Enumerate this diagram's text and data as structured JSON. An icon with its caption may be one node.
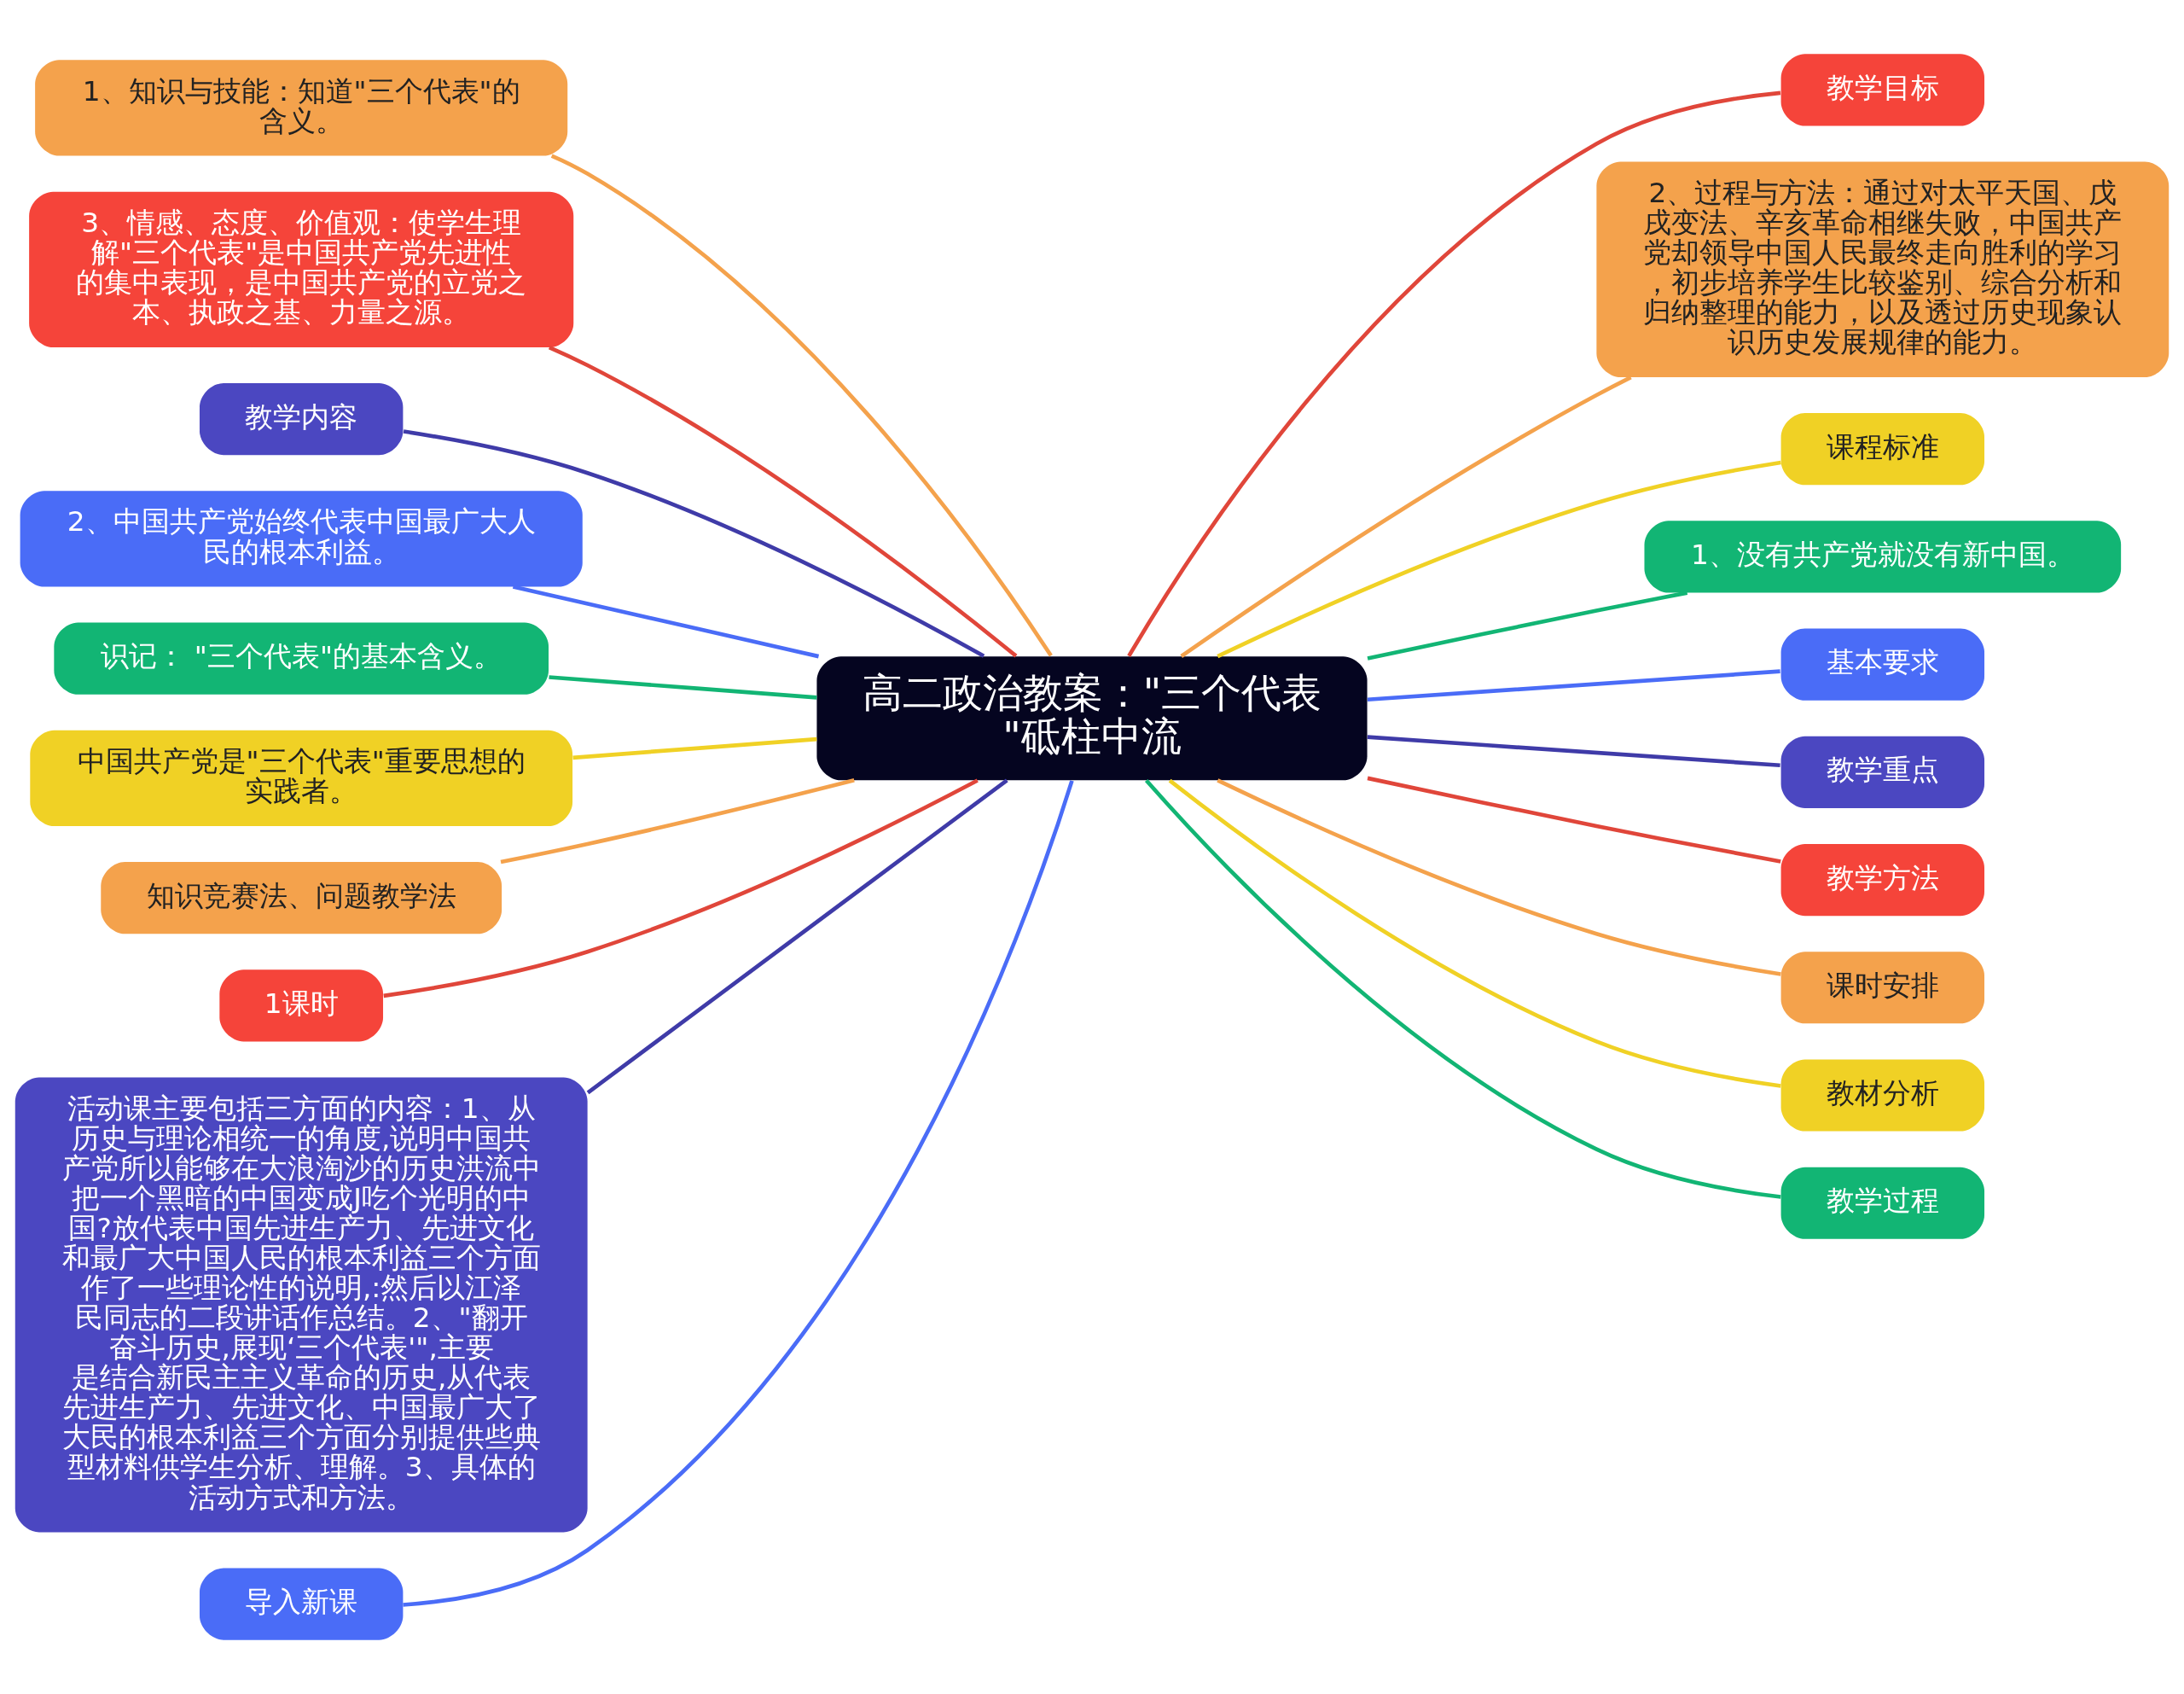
{
  "diagram": {
    "nodes": [
      {
        "text": [
          "高二政治教案：\"三个代表\"砥柱中流"
        ]
      },
      {
        "text": [
          "1、知识与技能：知道\"三个代表\"的含义。"
        ]
      },
      {
        "text": [
          "3、情感、态度、价值观：使学生理解\"三个代表\"是中国共产党先进性的集中表现，是中国共产党的立党之本、执政之基、力量之源。"
        ]
      },
      {
        "text": [
          "教学内容"
        ]
      },
      {
        "text": [
          "2、中国共产党始终代表中国最广大人民的根本利益。"
        ]
      },
      {
        "text": [
          "识记： \"三个代表\"的基本含义。"
        ]
      },
      {
        "text": [
          "中国共产党是\"三个代表\"重要思想的实践者。"
        ]
      },
      {
        "text": [
          "知识竞赛法、问题教学法"
        ]
      },
      {
        "text": [
          "1课时"
        ]
      },
      {
        "text": [
          "活动课主要包括三方面的内容：1、从历史与理论相统一的角度,说明中国共产党所以能够在大浪淘沙的历史洪流中把一个黑暗的中国变成J吃个光明的中国?放代表中国先进生产力、先进文化和最广大中国人民的根本利益三个方面作了一些理论性的说明,:然后以江泽民同志的二段讲话作总结。2、\"翻开奋斗历史,展现‘三个代表'\",主要是结合新民主主义革命的历史,从代表先进生产力、先进文化、中国最广大了大民的根本利益三个方面分别提供些典型材料供学生分析、理解。3、具体的活动方式和方法。"
        ]
      },
      {
        "text": [
          "导入新课"
        ]
      },
      {
        "text": [
          "教学目标"
        ]
      },
      {
        "text": [
          "2、过程与方法：通过对太平天国、戊戌变法、辛亥革命相继失败，中国共产党却领导中国人民最终走向胜利的学习，初步培养学生比较鉴别、综合分析和归纳整理的能力，以及透过历史现象认识历史发展规律的能力。"
        ]
      },
      {
        "text": [
          "课程标准"
        ]
      },
      {
        "text": [
          "1、没有共产党就没有新中国。"
        ]
      },
      {
        "text": [
          "基本要求"
        ]
      },
      {
        "text": [
          "教学重点"
        ]
      },
      {
        "text": [
          "教学方法"
        ]
      },
      {
        "text": [
          "课时安排"
        ]
      },
      {
        "text": [
          "教材分析"
        ]
      },
      {
        "text": [
          "教学过程"
        ]
      }
    ],
    "edges": [
      {
        "from": 0,
        "to": 1,
        "arrow": "none",
        "color": "#f4a24c"
      },
      {
        "from": 0,
        "to": 2,
        "arrow": "none",
        "color": "#e0463a"
      },
      {
        "from": 0,
        "to": 3,
        "arrow": "none",
        "color": "#3f3ba8"
      },
      {
        "from": 0,
        "to": 4,
        "arrow": "none",
        "color": "#4a6cf7"
      },
      {
        "from": 0,
        "to": 5,
        "arrow": "none",
        "color": "#12b574"
      },
      {
        "from": 0,
        "to": 6,
        "arrow": "none",
        "color": "#f0d125"
      },
      {
        "from": 0,
        "to": 7,
        "arrow": "none",
        "color": "#f4a24c"
      },
      {
        "from": 0,
        "to": 8,
        "arrow": "none",
        "color": "#e0463a"
      },
      {
        "from": 0,
        "to": 9,
        "arrow": "none",
        "color": "#3f3ba8"
      },
      {
        "from": 0,
        "to": 10,
        "arrow": "none",
        "color": "#4a6cf7"
      },
      {
        "from": 0,
        "to": 11,
        "arrow": "none",
        "color": "#e0463a"
      },
      {
        "from": 0,
        "to": 12,
        "arrow": "none",
        "color": "#f4a24c"
      },
      {
        "from": 0,
        "to": 13,
        "arrow": "none",
        "color": "#f0d125"
      },
      {
        "from": 0,
        "to": 14,
        "arrow": "none",
        "color": "#12b574"
      },
      {
        "from": 0,
        "to": 15,
        "arrow": "none",
        "color": "#4a6cf7"
      },
      {
        "from": 0,
        "to": 16,
        "arrow": "none",
        "color": "#3f3ba8"
      },
      {
        "from": 0,
        "to": 17,
        "arrow": "none",
        "color": "#e0463a"
      },
      {
        "from": 0,
        "to": 18,
        "arrow": "none",
        "color": "#f4a24c"
      },
      {
        "from": 0,
        "to": 19,
        "arrow": "none",
        "color": "#f0d125"
      },
      {
        "from": 0,
        "to": 20,
        "arrow": "none",
        "color": "#12b574"
      }
    ]
  }
}
